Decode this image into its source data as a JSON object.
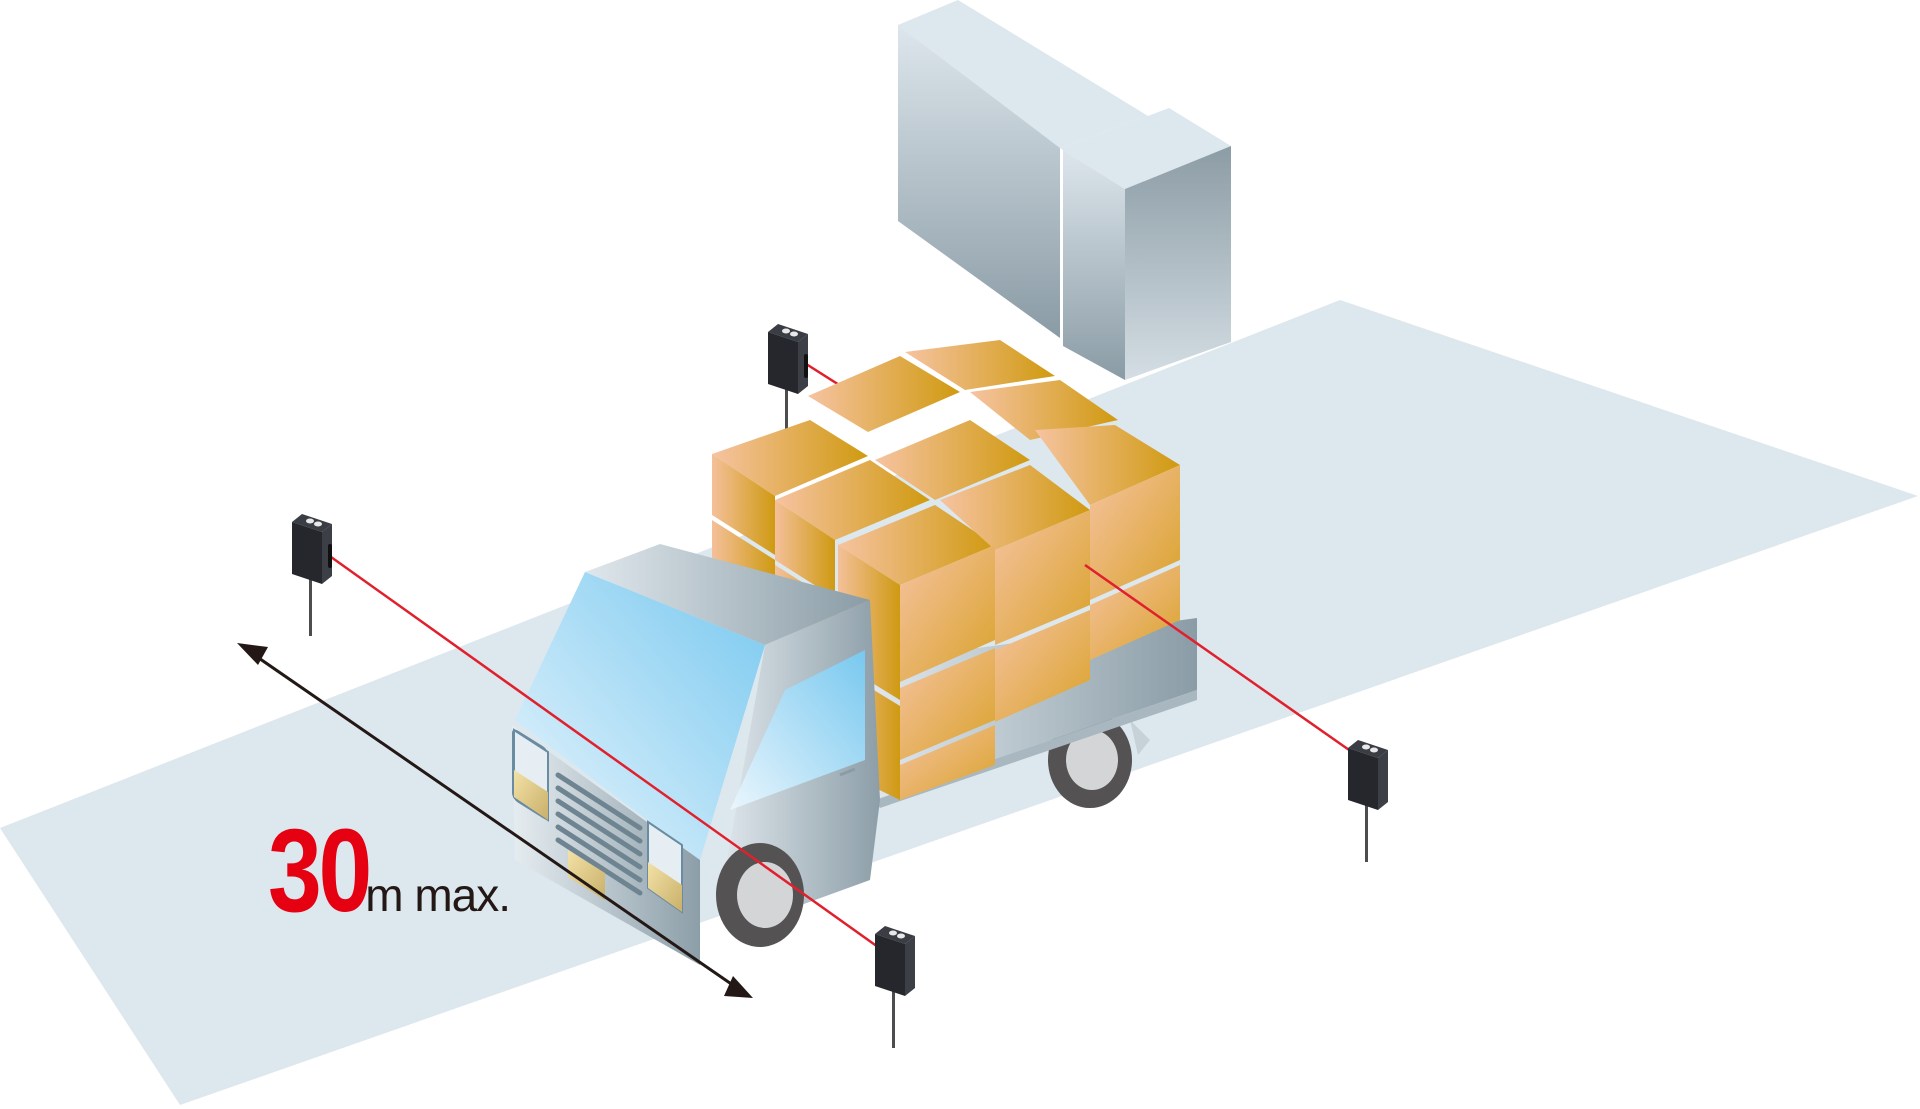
{
  "diagram": {
    "title": "Through-beam sensors detecting a loaded truck",
    "range": {
      "value": "30",
      "unit_label": "m max.",
      "value_color": "#e50012",
      "unit_color": "#231815"
    },
    "colors": {
      "ground": "#dde7ee",
      "building_top": "#dde7ee",
      "building_side_dark": "#8a9ba5",
      "truck_body": "#b8c6ce",
      "glass": "#8fd0f0",
      "cargo_light": "#f4c4a0",
      "cargo_dark": "#d09a10",
      "sensor": "#25272c",
      "beam": "#e0202c",
      "arrow": "#231815",
      "tire": "#555253",
      "hub": "#d4d5d7"
    },
    "elements": {
      "sensors": [
        "sensor-top-rear",
        "sensor-left-emitter",
        "sensor-right-receiver",
        "sensor-front-receiver"
      ],
      "beams": 2,
      "cargo_boxes": "3x3 stack, 3 layers",
      "dimension_arrow": "double-headed"
    }
  }
}
